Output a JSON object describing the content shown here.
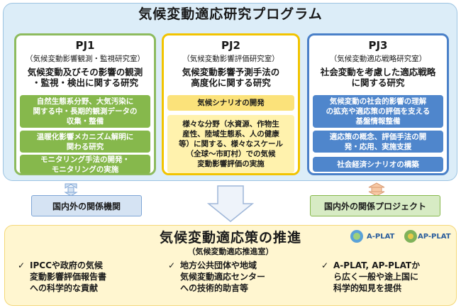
{
  "program": {
    "title": "気候変動適応研究プログラム"
  },
  "pj1": {
    "name": "PJ1",
    "lab": "（気候変動影響観測・監視研究室）",
    "theme": [
      "気候変動及びその影響の観測",
      "・監視・検出に関する研究"
    ],
    "items": [
      [
        "自然生態系分野、大気汚染に",
        "関する中・長期的観測データの",
        "収集・整備"
      ],
      [
        "温暖化影響メカニズム解明に",
        "関わる研究"
      ],
      [
        "モニタリング手法の開発・",
        "モニタリングの実施"
      ]
    ]
  },
  "pj2": {
    "name": "PJ2",
    "lab": "（気候変動影響評価研究室）",
    "theme": [
      "気候変動影響予測手法の",
      "高度化に関する研究"
    ],
    "items": [
      [
        "気候シナリオの開発"
      ],
      [
        "様々な分野（水資源、作物生",
        "産性、陸域生態系、人の健康",
        "等）に関する、様々なスケール",
        "（全球～市町村）での気候",
        "変動影響評価の実施"
      ]
    ]
  },
  "pj3": {
    "name": "PJ3",
    "lab": "（気候変動適応戦略研究室）",
    "theme": [
      "社会変動を考慮した適応戦略",
      "に関する研究"
    ],
    "items": [
      [
        "気候変動の社会的影響の理解",
        "の拡充や適応策の評価を支える",
        "基盤情報整備"
      ],
      [
        "適応策の概念、評価手法の開",
        "発・応用、実施支援"
      ],
      [
        "社会経済シナリオの構築"
      ]
    ]
  },
  "left_partner": "国内外の関係機関",
  "right_partner": "国内外の関係プロジェクト",
  "promotion": {
    "title": "気候変動適応策の推進",
    "subtitle": "（気候変動適応推進室）",
    "bullets": [
      [
        "IPCCや政府の気候",
        "変動影響評価報告書",
        "への科学的な貢献"
      ],
      [
        "地方公共団体や地域",
        "気候変動適応センター",
        "への技術的助言等"
      ],
      [
        "A-PLAT, AP-PLATか",
        "ら広く一般や途上国に",
        "科学的知見を提供"
      ]
    ],
    "bullet_mark": "✓"
  },
  "logos": {
    "aplat": "A-PLAT",
    "applat": "AP-PLAT"
  },
  "colors": {
    "pj1": "#8dbb5e",
    "pj2": "#f2c400",
    "pj3": "#4a80c8",
    "program_bg": "#dcedf8",
    "promo_bg": "#fff6d0"
  }
}
